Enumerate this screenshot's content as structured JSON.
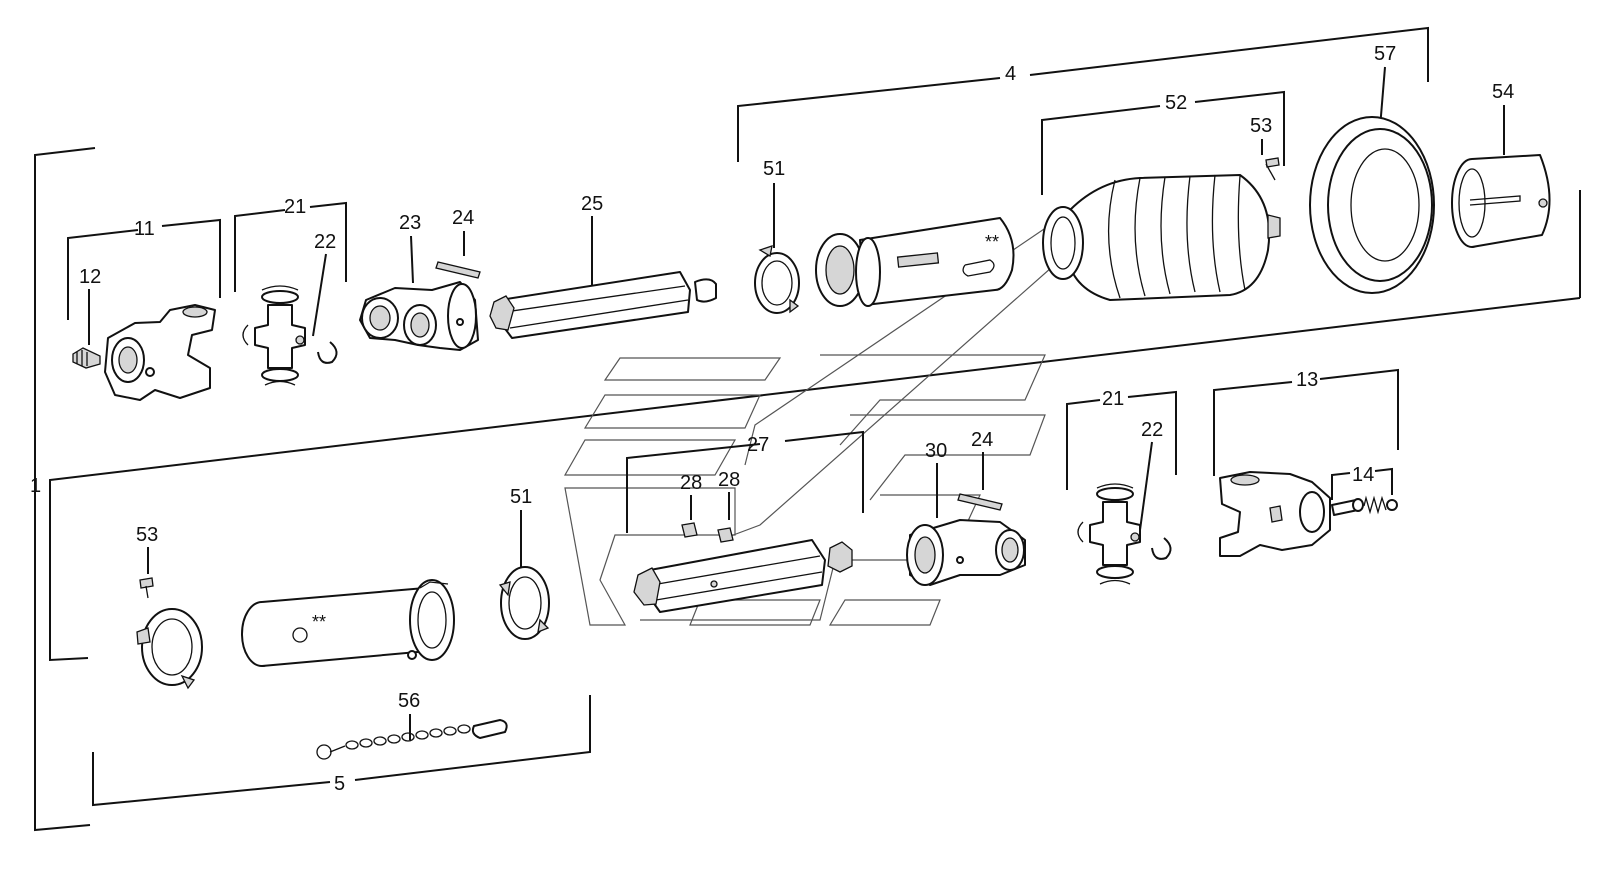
{
  "callouts": {
    "c1": "1",
    "c4": "4",
    "c5": "5",
    "c11": "11",
    "c12": "12",
    "c13": "13",
    "c14": "14",
    "c21a": "21",
    "c22a": "22",
    "c21b": "21",
    "c22b": "22",
    "c23": "23",
    "c24a": "24",
    "c24b": "24",
    "c25": "25",
    "c27": "27",
    "c28a": "28",
    "c28b": "28",
    "c30": "30",
    "c51a": "51",
    "c51b": "51",
    "c52": "52",
    "c53a": "53",
    "c53b": "53",
    "c54": "54",
    "c56": "56",
    "c57": "57",
    "mark_a": "**",
    "mark_b": "**"
  }
}
